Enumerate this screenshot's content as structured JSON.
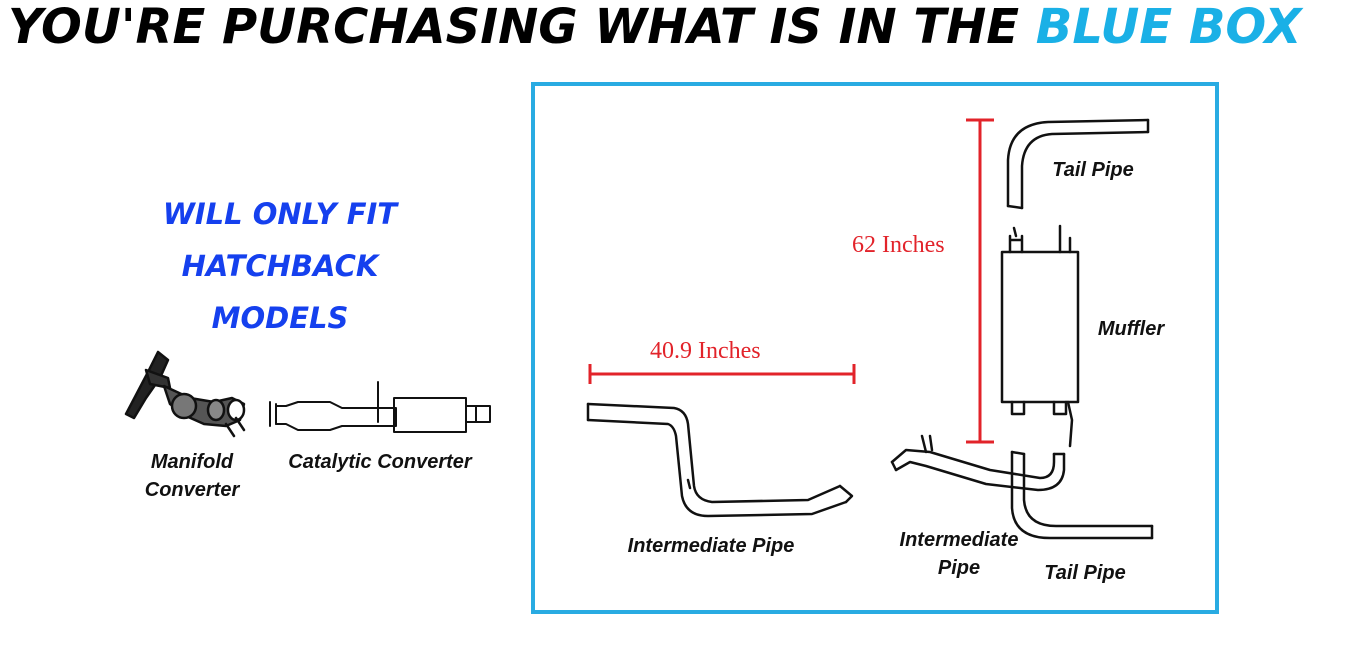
{
  "headline": {
    "text": "YOU'RE PURCHASING WHAT IS IN THE",
    "accent": "BLUE BOX",
    "accent_color": "#1ab0e6"
  },
  "fit_note": {
    "line1": "WILL ONLY FIT HATCHBACK",
    "line2": "MODELS",
    "color": "#1540ee"
  },
  "excluded_parts": {
    "manifold": {
      "line1": "Manifold",
      "line2": "Converter"
    },
    "catalytic": "Catalytic Converter"
  },
  "included_parts": {
    "tail_pipe_top": "Tail Pipe",
    "muffler": "Muffler",
    "intermediate_pipe_left": "Intermediate Pipe",
    "intermediate_pipe_right": {
      "line1": "Intermediate",
      "line2": "Pipe"
    },
    "tail_pipe_bottom": "Tail Pipe"
  },
  "dimensions": {
    "height": "62 Inches",
    "length": "40.9 Inches",
    "color": "#e2232a"
  },
  "box_color": "#29abe2"
}
